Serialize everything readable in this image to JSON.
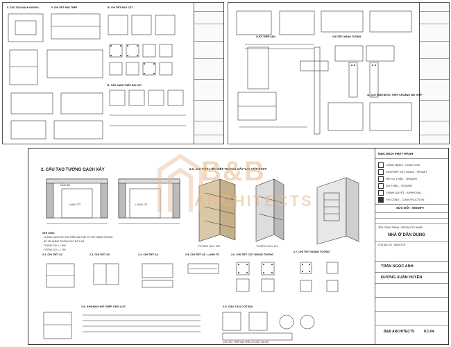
{
  "sheet_top_left": {
    "sections": [
      "8. CẤU TẠO MẠCH NGỪNG",
      "9. CHI TIẾT NEO THÉP",
      "10. CHI TIẾT ĐẦU CỘT",
      "11. CÁC DẠNG THÉP ĐAI CỘT"
    ]
  },
  "sheet_top_right": {
    "sections": [
      "LƯỚI THÉP SÀN",
      "CHI TIẾT GIẰNG TƯỜNG",
      "11. QUY ĐỊNH BƯỚC THÉP, KHOẢNG NỐI THÉP"
    ]
  },
  "sheet_bottom": {
    "main_title": "2. CẤU TẠO TƯỜNG GẠCH XÂY",
    "title_21": "2.1. CHI TIẾT LIÊN KẾT TƯỜNG XÂY VỚI CỘT BTCT",
    "labels": {
      "wall_220": "TƯỜNG DÀY 220",
      "wall_110": "TƯỜNG DÀY 110",
      "lanh_to": "LANH TÔ",
      "dam_bm": "DẦM BM",
      "ghi_chu": "GHI CHÚ:"
    },
    "details": [
      "2.2. CHI TIẾT A2",
      "2.3. CHI TIẾT A3",
      "2.4. CHI TIẾT A4",
      "2.5. CHI TIẾT A5 - LANH TÔ",
      "2.6. CHI TIẾT CỘT GIẰNG TƯỜNG",
      "2.7. CHI TIẾT GIẰNG TƯỜNG"
    ],
    "details_bottom": [
      "2.8. KHOẢNG HỞ THÉP CHỦ LỰC",
      "2.9. CẤU TẠO CỐT ĐAI"
    ],
    "notes": [
      "- TƯỜNG GẠCH XÂY DÀI TRÊN 4M PHẢI CÓ CỘT GIẰNG TƯỜNG",
      "- BỐ TRÍ GIẰNG TƯỜNG CAO ĐỘ 1,2M",
      "- TƯỜNG 220: L = 500",
      "- TƯỜNG 110: L = 250"
    ],
    "footnote": "GHI CHÚ: THÉP ĐAI PHẢI CÓ MÓC 135 ĐỘ"
  },
  "title_block": {
    "top_header": "MỤC ĐÍCH PHÁT HÀNH",
    "options": [
      {
        "label": "CÔNG NĂNG - FUNCTION",
        "checked": false
      },
      {
        "label": "XIN PHÉP XÂY DỰNG - PERMIT",
        "checked": false
      },
      {
        "label": "HỒ SƠ THẦU - TENDER",
        "checked": false
      },
      {
        "label": "DỰ THẦU - TENDER",
        "checked": false
      },
      {
        "label": "TRÌNH DUYỆT - APPROVAL",
        "checked": false
      },
      {
        "label": "THI CÔNG - CONSTRUCTION",
        "checked": true
      }
    ],
    "revision_label": "SỬA ĐỔI - MODIFY",
    "project_type": "NHÀ Ở DÂN DỤNG",
    "project_label": "TÊN CÔNG TRÌNH - PRODUCTS NAME",
    "designer_1": "TRẦN NGỌC ANH",
    "designer_2": "ĐƯƠNG XUÂN HUYỀN",
    "checker_label": "CHỦ ĐẦU TƯ - INVESTOR",
    "firm": "B&B ARCHITECTS",
    "sheet_no": "KC-04"
  },
  "watermark": {
    "line1": "B&B",
    "line2": "ARCHITECTS",
    "color": "#e9b98c"
  }
}
